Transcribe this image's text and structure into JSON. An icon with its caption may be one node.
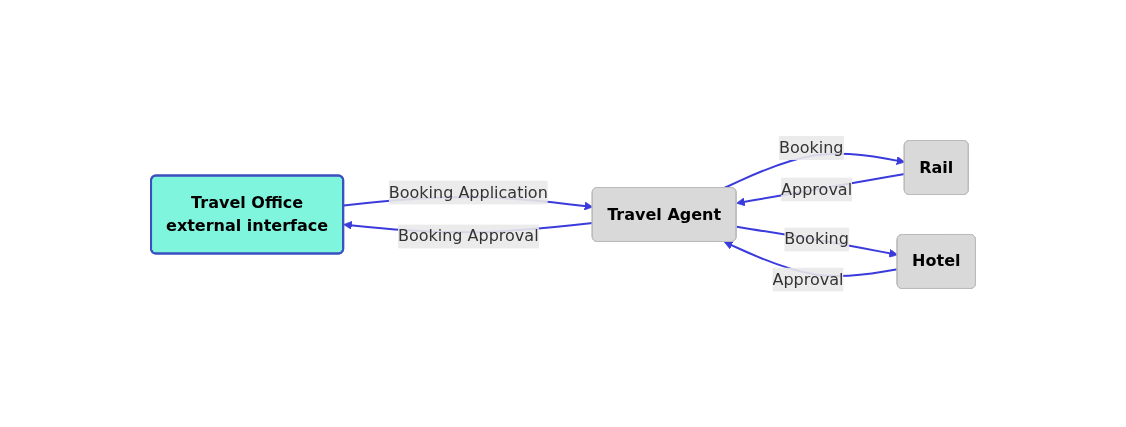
{
  "diagram": {
    "nodes": [
      {
        "text": [
          "Travel Office",
          "external interface"
        ]
      },
      {
        "text": [
          "Travel Agent"
        ]
      },
      {
        "text": [
          "Rail"
        ]
      },
      {
        "text": [
          "Hotel"
        ]
      }
    ],
    "edges": [
      {
        "from": 0,
        "to": 1,
        "arrow": "to",
        "label": "Booking Application"
      },
      {
        "from": 1,
        "to": 0,
        "arrow": "to",
        "label": "Booking Approval"
      },
      {
        "from": 1,
        "to": 2,
        "arrow": "to",
        "label": "Booking"
      },
      {
        "from": 2,
        "to": 1,
        "arrow": "to",
        "label": "Approval"
      },
      {
        "from": 3,
        "to": 1,
        "arrow": "to",
        "label": "Approval"
      },
      {
        "from": 1,
        "to": 3,
        "arrow": "to",
        "label": "Booking"
      }
    ]
  }
}
